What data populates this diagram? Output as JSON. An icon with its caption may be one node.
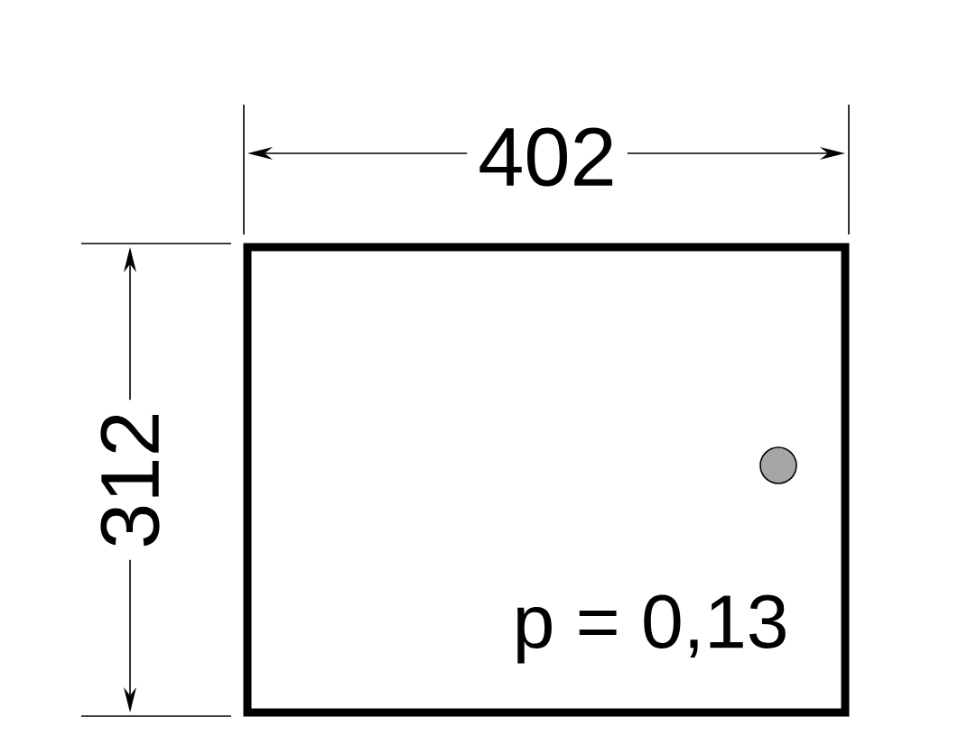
{
  "diagram": {
    "nodes": [
      {
        "text": [
          "p = 0,13"
        ]
      }
    ],
    "edges": [],
    "labels": [
      "402",
      "312"
    ]
  }
}
